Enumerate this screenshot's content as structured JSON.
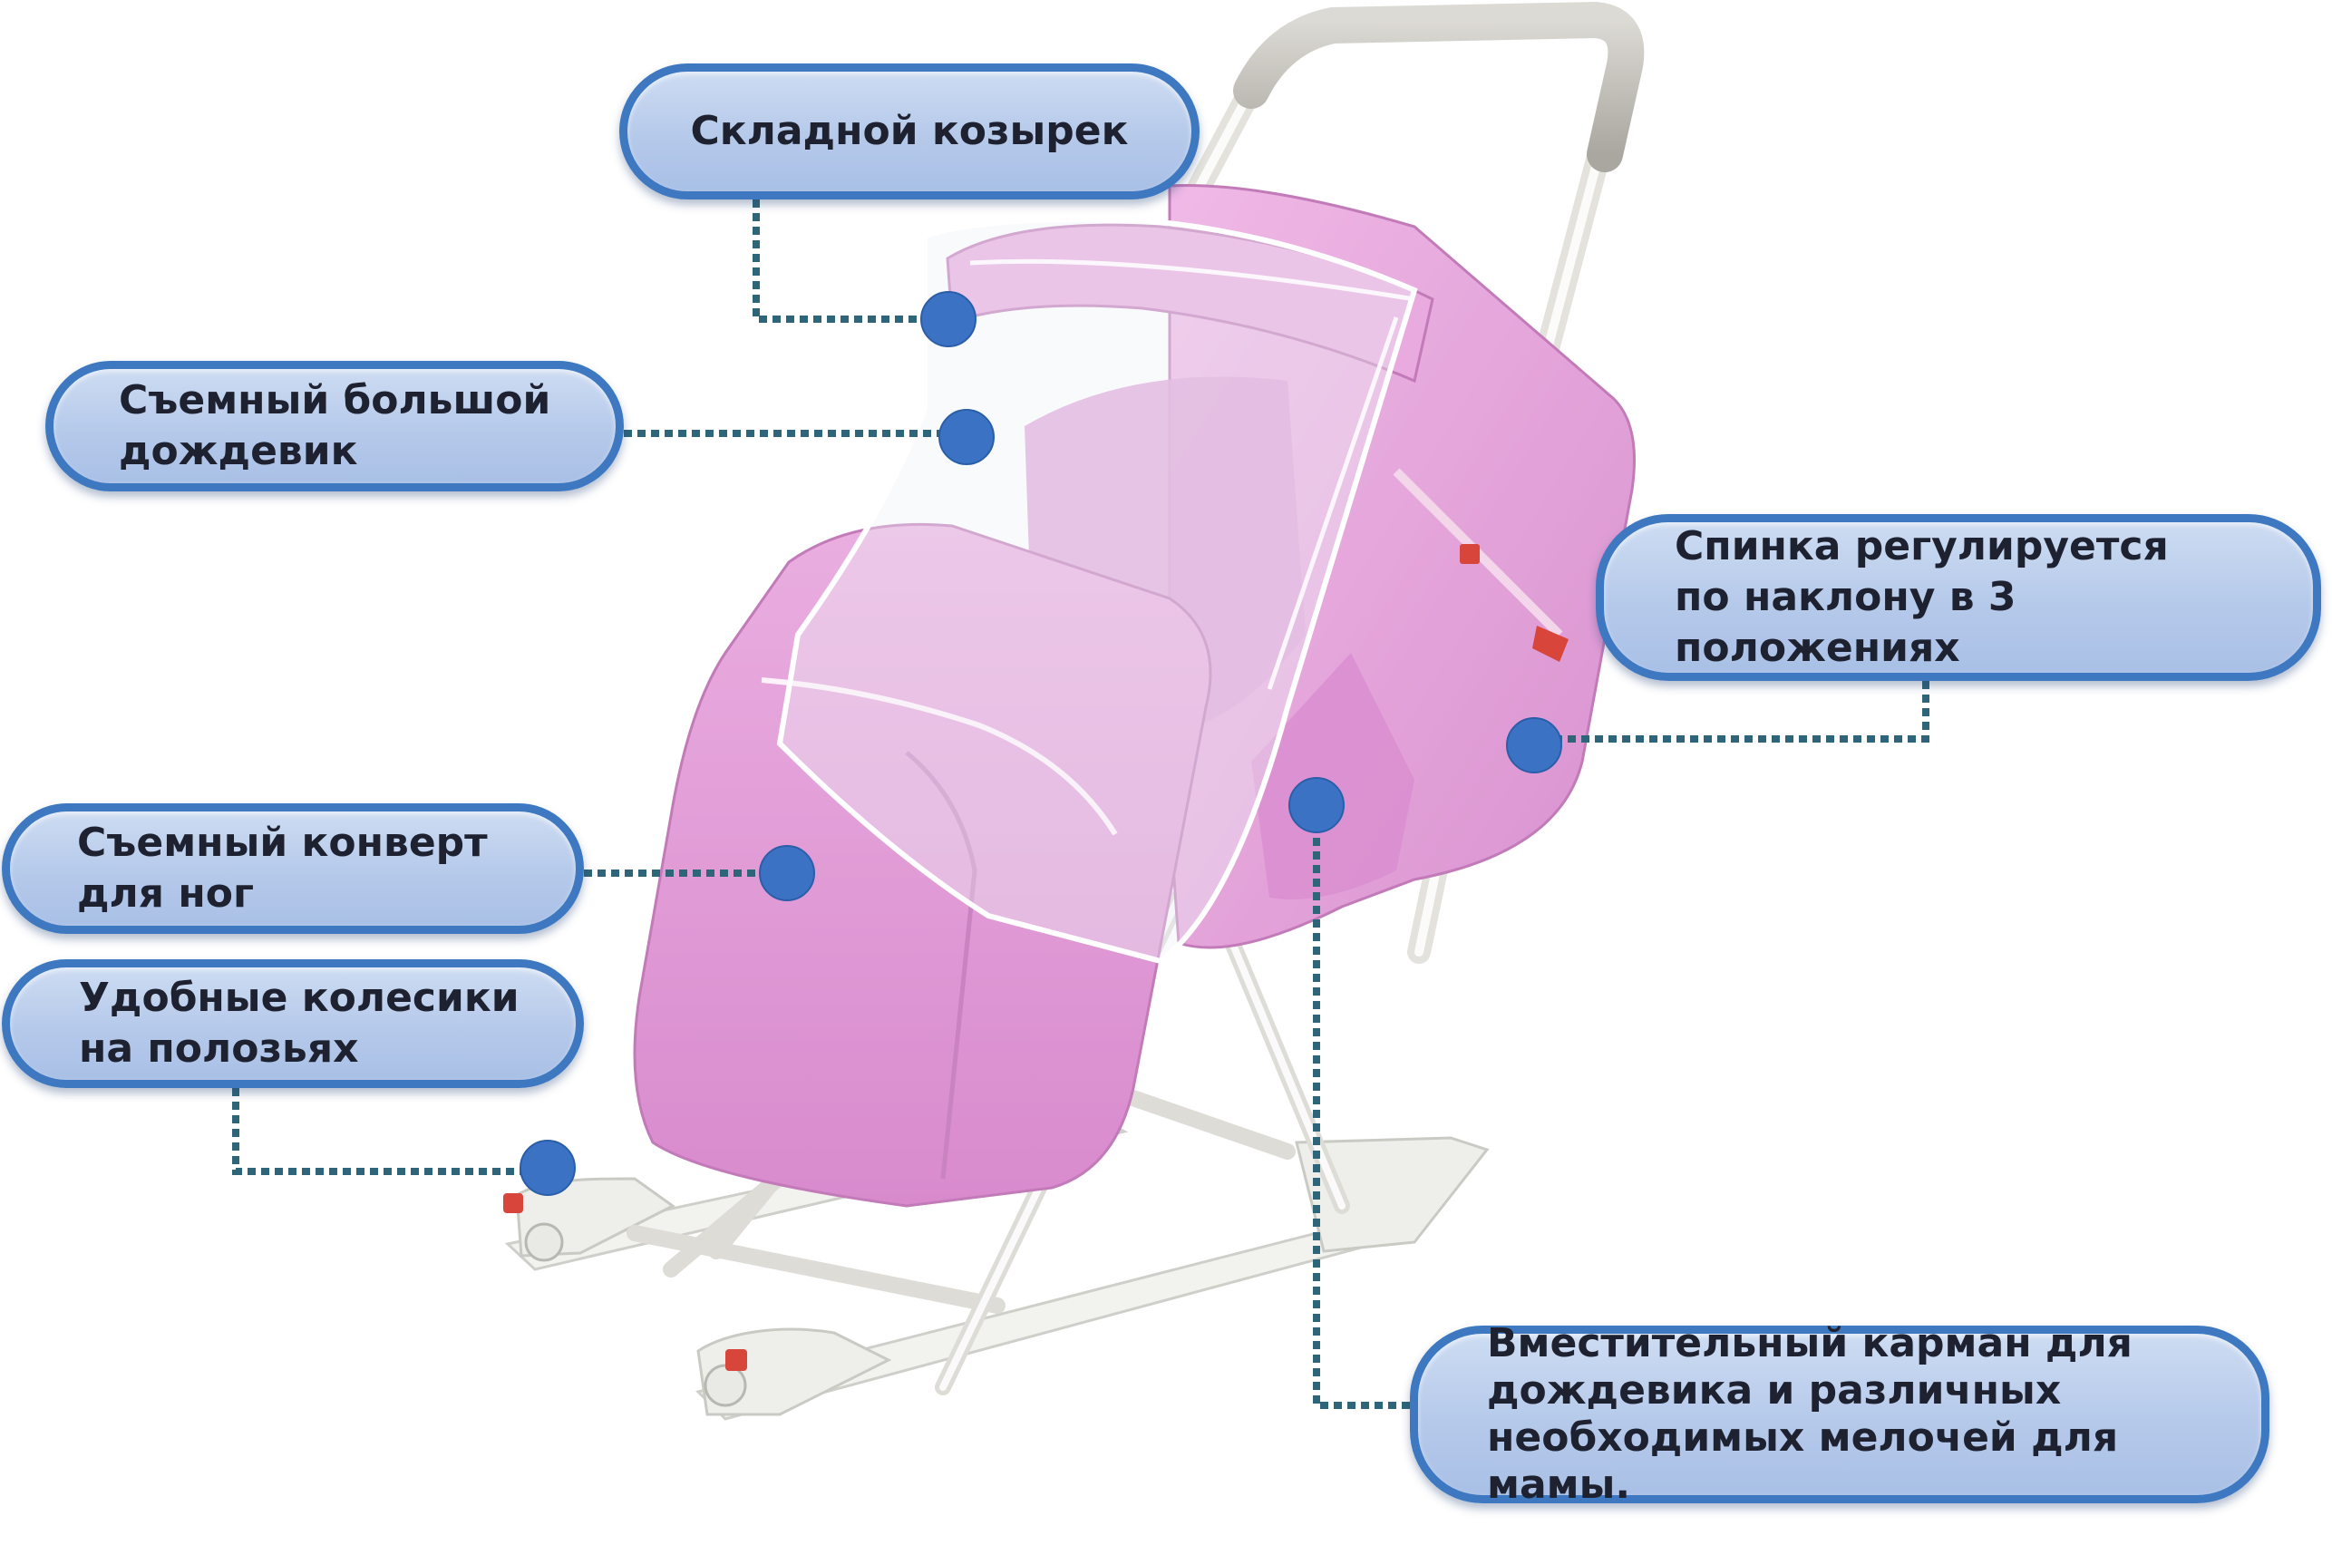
{
  "callouts": {
    "visor": "Складной козырек",
    "raincover": "Съемный большой\nдождевик",
    "backrest": "Спинка регулируется\nпо наклону в 3 положениях",
    "footmuff": "Съемный конверт\nдля ног",
    "wheels": "Удобные колесики\nна полозьях",
    "pocket": "Вместительный карман для\nдождевика и различных\nнеобходимых мелочей для мамы."
  },
  "colors": {
    "callout_border": "#3d78c0",
    "callout_fill": "#b5c9ea",
    "marker_dot": "#3b72c4",
    "leader_line": "#2f6579",
    "fabric_pink": "#e6a4dc",
    "frame_white": "#f3f3f1",
    "handle_grip": "#c8c6c0",
    "accent_red": "#d8453a"
  }
}
